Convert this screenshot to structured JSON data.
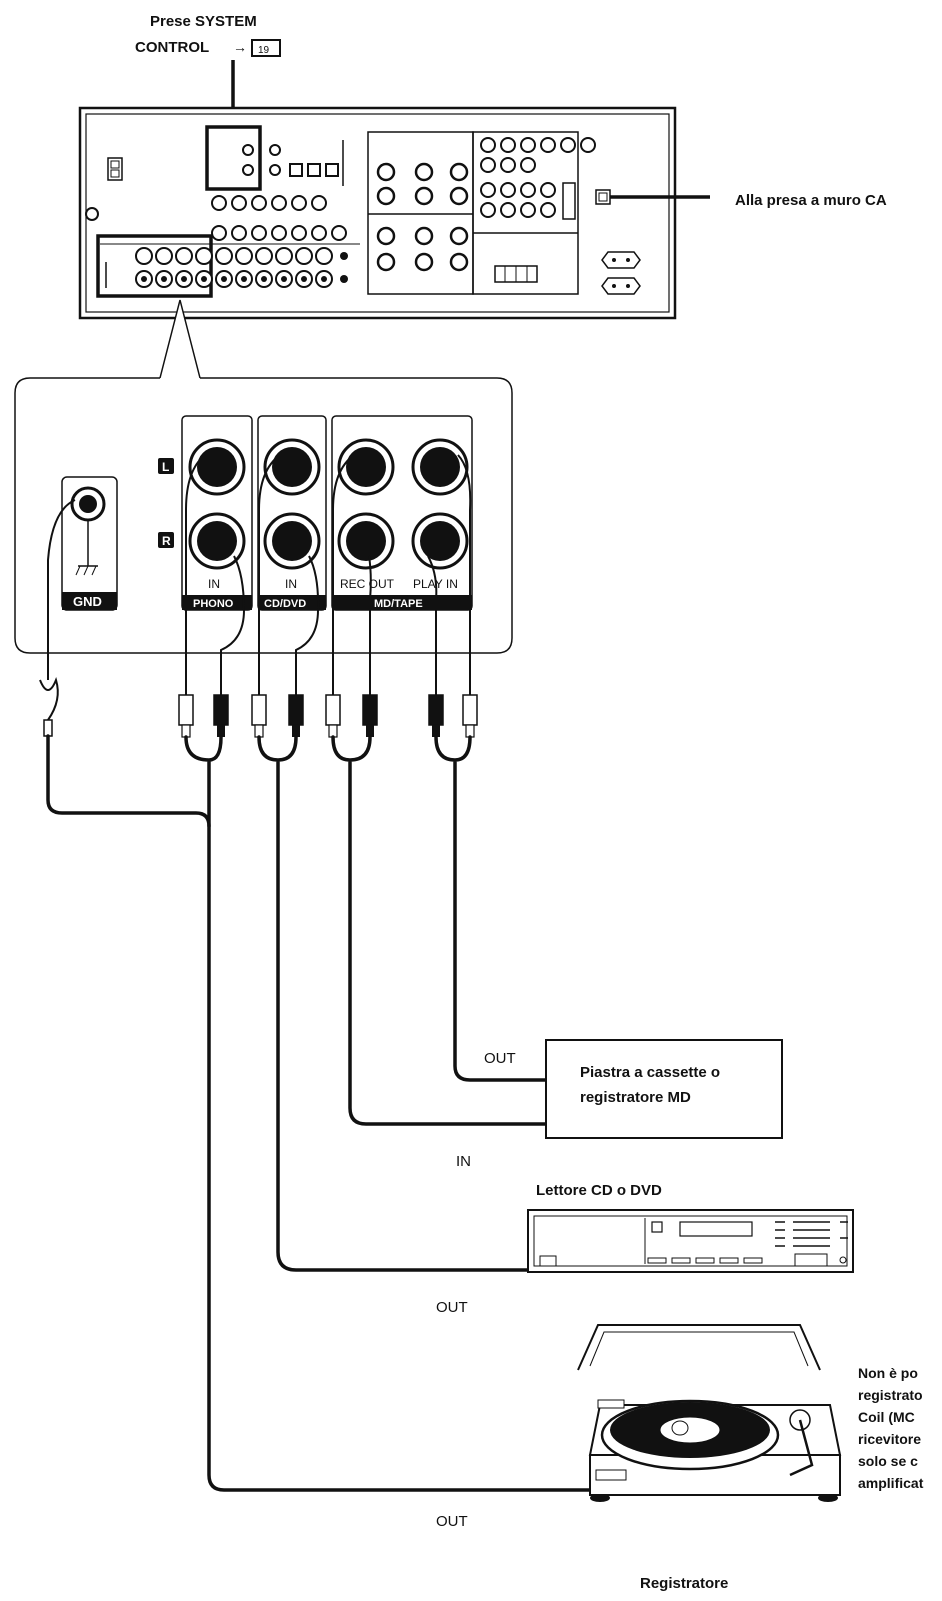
{
  "labels": {
    "system_control_line1": "Prese SYSTEM",
    "system_control_line2": "CONTROL",
    "page_ref": "19",
    "ac_outlet": "Alla presa a muro CA",
    "gnd": "GND",
    "left_channel": "L",
    "right_channel": "R",
    "phono_in": "IN",
    "cd_in": "IN",
    "rec_out": "REC OUT",
    "play_in": "PLAY IN",
    "phono_bar": "PHONO",
    "cd_bar": "CD/DVD",
    "md_bar": "MD/TAPE",
    "tape_out": "OUT",
    "tape_in": "IN",
    "cd_out": "OUT",
    "turntable_out": "OUT"
  },
  "devices": {
    "tape_box_line1": "Piastra a cassette o",
    "tape_box_line2": "registratore MD",
    "cd_player": "Lettore CD o DVD",
    "turntable": "Registratore"
  },
  "note_lines": [
    "Non è po",
    "registrato",
    "Coil (MC",
    "ricevitore",
    "solo se c",
    "amplificat"
  ]
}
